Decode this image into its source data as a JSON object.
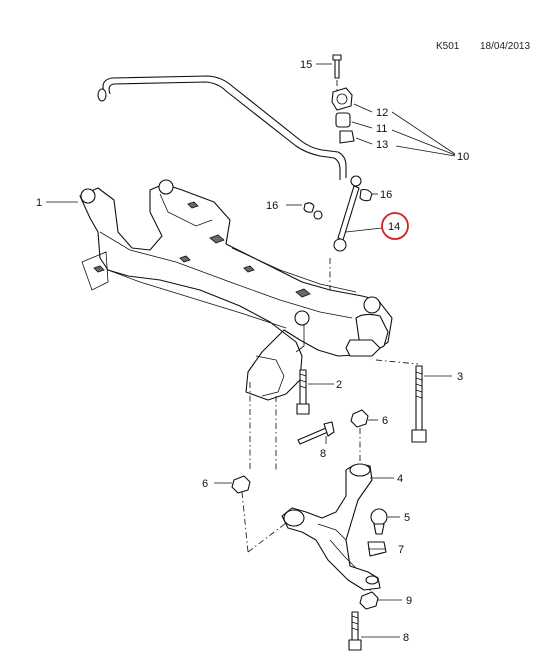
{
  "header": {
    "code": "K501",
    "date": "18/04/2013"
  },
  "callouts": {
    "c1": "1",
    "c2": "2",
    "c3": "3",
    "c4": "4",
    "c5": "5",
    "c6a": "6",
    "c6b": "6",
    "c7": "7",
    "c8a": "8",
    "c8b": "8",
    "c9": "9",
    "c10": "10",
    "c11": "11",
    "c12": "12",
    "c13": "13",
    "c14": "14",
    "c15": "15",
    "c16a": "16",
    "c16b": "16"
  },
  "highlight": {
    "part": "14",
    "color": "#d21f26"
  },
  "colors": {
    "line": "#111111",
    "highlight": "#d21f26",
    "background": "#ffffff"
  }
}
